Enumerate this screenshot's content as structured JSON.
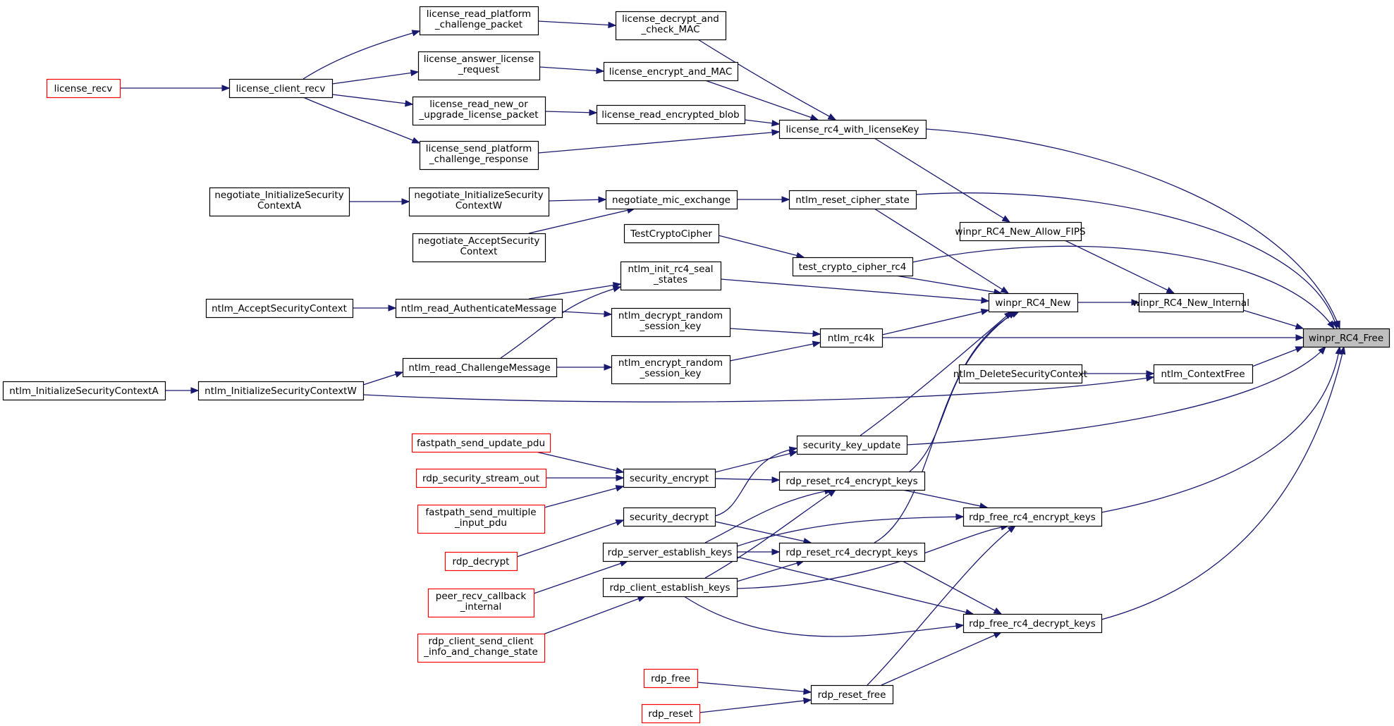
{
  "graph": {
    "colors": {
      "edge": "#191970",
      "node_border": "#000000",
      "node_fill": "#ffffff",
      "external_border": "#ff0000",
      "focus_fill": "#bfbfbf",
      "text": "#000000"
    },
    "focus_node": "winpr_RC4_Free",
    "nodes": [
      {
        "id": "winpr_RC4_Free",
        "lines": [
          "winpr_RC4_Free"
        ],
        "kind": "focus"
      },
      {
        "id": "winpr_RC4_New_Internal",
        "lines": [
          "winpr_RC4_New_Internal"
        ],
        "kind": "normal"
      },
      {
        "id": "winpr_RC4_New",
        "lines": [
          "winpr_RC4_New"
        ],
        "kind": "normal"
      },
      {
        "id": "winpr_RC4_New_Allow_FIPS",
        "lines": [
          "winpr_RC4_New_Allow_FIPS"
        ],
        "kind": "normal"
      },
      {
        "id": "license_rc4_with_licenseKey",
        "lines": [
          "license_rc4_with_licenseKey"
        ],
        "kind": "normal"
      },
      {
        "id": "ntlm_reset_cipher_state",
        "lines": [
          "ntlm_reset_cipher_state"
        ],
        "kind": "normal"
      },
      {
        "id": "test_crypto_cipher_rc4",
        "lines": [
          "test_crypto_cipher_rc4"
        ],
        "kind": "normal"
      },
      {
        "id": "ntlm_rc4k",
        "lines": [
          "ntlm_rc4k"
        ],
        "kind": "normal"
      },
      {
        "id": "ntlm_ContextFree",
        "lines": [
          "ntlm_ContextFree"
        ],
        "kind": "normal"
      },
      {
        "id": "ntlm_DeleteSecurityContext",
        "lines": [
          "ntlm_DeleteSecurityContext"
        ],
        "kind": "normal"
      },
      {
        "id": "security_key_update",
        "lines": [
          "security_key_update"
        ],
        "kind": "normal"
      },
      {
        "id": "rdp_reset_rc4_encrypt_keys",
        "lines": [
          "rdp_reset_rc4_encrypt_keys"
        ],
        "kind": "normal"
      },
      {
        "id": "rdp_reset_rc4_decrypt_keys",
        "lines": [
          "rdp_reset_rc4_decrypt_keys"
        ],
        "kind": "normal"
      },
      {
        "id": "rdp_free_rc4_encrypt_keys",
        "lines": [
          "rdp_free_rc4_encrypt_keys"
        ],
        "kind": "normal"
      },
      {
        "id": "rdp_free_rc4_decrypt_keys",
        "lines": [
          "rdp_free_rc4_decrypt_keys"
        ],
        "kind": "normal"
      },
      {
        "id": "rdp_reset_free",
        "lines": [
          "rdp_reset_free"
        ],
        "kind": "normal"
      },
      {
        "id": "license_decrypt_and_check_MAC",
        "lines": [
          "license_decrypt_and",
          "_check_MAC"
        ],
        "kind": "normal"
      },
      {
        "id": "license_encrypt_and_MAC",
        "lines": [
          "license_encrypt_and_MAC"
        ],
        "kind": "normal"
      },
      {
        "id": "license_read_encrypted_blob",
        "lines": [
          "license_read_encrypted_blob"
        ],
        "kind": "normal"
      },
      {
        "id": "license_read_platform_challenge_packet",
        "lines": [
          "license_read_platform",
          "_challenge_packet"
        ],
        "kind": "normal"
      },
      {
        "id": "license_answer_license_request",
        "lines": [
          "license_answer_license",
          "_request"
        ],
        "kind": "normal"
      },
      {
        "id": "license_read_new_or_upgrade_license_packet",
        "lines": [
          "license_read_new_or",
          "_upgrade_license_packet"
        ],
        "kind": "normal"
      },
      {
        "id": "license_send_platform_challenge_response",
        "lines": [
          "license_send_platform",
          "_challenge_response"
        ],
        "kind": "normal"
      },
      {
        "id": "license_client_recv",
        "lines": [
          "license_client_recv"
        ],
        "kind": "normal"
      },
      {
        "id": "license_recv",
        "lines": [
          "license_recv"
        ],
        "kind": "external"
      },
      {
        "id": "negotiate_mic_exchange",
        "lines": [
          "negotiate_mic_exchange"
        ],
        "kind": "normal"
      },
      {
        "id": "negotiate_InitializeSecurityContextW",
        "lines": [
          "negotiate_InitializeSecurity",
          "ContextW"
        ],
        "kind": "normal"
      },
      {
        "id": "negotiate_InitializeSecurityContextA",
        "lines": [
          "negotiate_InitializeSecurity",
          "ContextA"
        ],
        "kind": "normal"
      },
      {
        "id": "negotiate_AcceptSecurityContext",
        "lines": [
          "negotiate_AcceptSecurity",
          "Context"
        ],
        "kind": "normal"
      },
      {
        "id": "TestCryptoCipher",
        "lines": [
          "TestCryptoCipher"
        ],
        "kind": "normal"
      },
      {
        "id": "ntlm_init_rc4_seal_states",
        "lines": [
          "ntlm_init_rc4_seal",
          "_states"
        ],
        "kind": "normal"
      },
      {
        "id": "ntlm_decrypt_random_session_key",
        "lines": [
          "ntlm_decrypt_random",
          "_session_key"
        ],
        "kind": "normal"
      },
      {
        "id": "ntlm_encrypt_random_session_key",
        "lines": [
          "ntlm_encrypt_random",
          "_session_key"
        ],
        "kind": "normal"
      },
      {
        "id": "ntlm_read_AuthenticateMessage",
        "lines": [
          "ntlm_read_AuthenticateMessage"
        ],
        "kind": "normal"
      },
      {
        "id": "ntlm_AcceptSecurityContext",
        "lines": [
          "ntlm_AcceptSecurityContext"
        ],
        "kind": "normal"
      },
      {
        "id": "ntlm_read_ChallengeMessage",
        "lines": [
          "ntlm_read_ChallengeMessage"
        ],
        "kind": "normal"
      },
      {
        "id": "ntlm_InitializeSecurityContextW",
        "lines": [
          "ntlm_InitializeSecurityContextW"
        ],
        "kind": "normal"
      },
      {
        "id": "ntlm_InitializeSecurityContextA",
        "lines": [
          "ntlm_InitializeSecurityContextA"
        ],
        "kind": "normal"
      },
      {
        "id": "security_encrypt",
        "lines": [
          "security_encrypt"
        ],
        "kind": "normal"
      },
      {
        "id": "security_decrypt",
        "lines": [
          "security_decrypt"
        ],
        "kind": "normal"
      },
      {
        "id": "rdp_server_establish_keys",
        "lines": [
          "rdp_server_establish_keys"
        ],
        "kind": "normal"
      },
      {
        "id": "rdp_client_establish_keys",
        "lines": [
          "rdp_client_establish_keys"
        ],
        "kind": "normal"
      },
      {
        "id": "fastpath_send_update_pdu",
        "lines": [
          "fastpath_send_update_pdu"
        ],
        "kind": "external"
      },
      {
        "id": "rdp_security_stream_out",
        "lines": [
          "rdp_security_stream_out"
        ],
        "kind": "external"
      },
      {
        "id": "fastpath_send_multiple_input_pdu",
        "lines": [
          "fastpath_send_multiple",
          "_input_pdu"
        ],
        "kind": "external"
      },
      {
        "id": "rdp_decrypt",
        "lines": [
          "rdp_decrypt"
        ],
        "kind": "external"
      },
      {
        "id": "peer_recv_callback_internal",
        "lines": [
          "peer_recv_callback",
          "_internal"
        ],
        "kind": "external"
      },
      {
        "id": "rdp_client_send_client_info_and_change_state",
        "lines": [
          "rdp_client_send_client",
          "_info_and_change_state"
        ],
        "kind": "external"
      },
      {
        "id": "rdp_free",
        "lines": [
          "rdp_free"
        ],
        "kind": "external"
      },
      {
        "id": "rdp_reset",
        "lines": [
          "rdp_reset"
        ],
        "kind": "external"
      }
    ],
    "edges": [
      {
        "from": "license_rc4_with_licenseKey",
        "to": "winpr_RC4_Free"
      },
      {
        "from": "ntlm_reset_cipher_state",
        "to": "winpr_RC4_Free"
      },
      {
        "from": "test_crypto_cipher_rc4",
        "to": "winpr_RC4_Free"
      },
      {
        "from": "winpr_RC4_New_Internal",
        "to": "winpr_RC4_Free"
      },
      {
        "from": "ntlm_rc4k",
        "to": "winpr_RC4_Free"
      },
      {
        "from": "ntlm_ContextFree",
        "to": "winpr_RC4_Free"
      },
      {
        "from": "security_key_update",
        "to": "winpr_RC4_Free"
      },
      {
        "from": "rdp_free_rc4_encrypt_keys",
        "to": "winpr_RC4_Free"
      },
      {
        "from": "rdp_free_rc4_decrypt_keys",
        "to": "winpr_RC4_Free"
      },
      {
        "from": "winpr_RC4_New",
        "to": "winpr_RC4_New_Internal"
      },
      {
        "from": "winpr_RC4_New_Allow_FIPS",
        "to": "winpr_RC4_New_Internal"
      },
      {
        "from": "license_rc4_with_licenseKey",
        "to": "winpr_RC4_New_Allow_FIPS"
      },
      {
        "from": "ntlm_reset_cipher_state",
        "to": "winpr_RC4_New"
      },
      {
        "from": "test_crypto_cipher_rc4",
        "to": "winpr_RC4_New"
      },
      {
        "from": "ntlm_init_rc4_seal_states",
        "to": "winpr_RC4_New"
      },
      {
        "from": "ntlm_rc4k",
        "to": "winpr_RC4_New"
      },
      {
        "from": "security_key_update",
        "to": "winpr_RC4_New"
      },
      {
        "from": "rdp_reset_rc4_encrypt_keys",
        "to": "winpr_RC4_New"
      },
      {
        "from": "rdp_reset_rc4_decrypt_keys",
        "to": "winpr_RC4_New"
      },
      {
        "from": "license_decrypt_and_check_MAC",
        "to": "license_rc4_with_licenseKey"
      },
      {
        "from": "license_encrypt_and_MAC",
        "to": "license_rc4_with_licenseKey"
      },
      {
        "from": "license_read_encrypted_blob",
        "to": "license_rc4_with_licenseKey"
      },
      {
        "from": "license_send_platform_challenge_response",
        "to": "license_rc4_with_licenseKey"
      },
      {
        "from": "license_read_platform_challenge_packet",
        "to": "license_decrypt_and_check_MAC"
      },
      {
        "from": "license_answer_license_request",
        "to": "license_encrypt_and_MAC"
      },
      {
        "from": "license_read_new_or_upgrade_license_packet",
        "to": "license_read_encrypted_blob"
      },
      {
        "from": "license_client_recv",
        "to": "license_read_platform_challenge_packet"
      },
      {
        "from": "license_client_recv",
        "to": "license_answer_license_request"
      },
      {
        "from": "license_client_recv",
        "to": "license_read_new_or_upgrade_license_packet"
      },
      {
        "from": "license_client_recv",
        "to": "license_send_platform_challenge_response"
      },
      {
        "from": "license_recv",
        "to": "license_client_recv"
      },
      {
        "from": "negotiate_mic_exchange",
        "to": "ntlm_reset_cipher_state"
      },
      {
        "from": "negotiate_InitializeSecurityContextW",
        "to": "negotiate_mic_exchange"
      },
      {
        "from": "negotiate_AcceptSecurityContext",
        "to": "negotiate_mic_exchange"
      },
      {
        "from": "negotiate_InitializeSecurityContextA",
        "to": "negotiate_InitializeSecurityContextW"
      },
      {
        "from": "TestCryptoCipher",
        "to": "test_crypto_cipher_rc4"
      },
      {
        "from": "ntlm_read_AuthenticateMessage",
        "to": "ntlm_init_rc4_seal_states"
      },
      {
        "from": "ntlm_read_ChallengeMessage",
        "to": "ntlm_init_rc4_seal_states"
      },
      {
        "from": "ntlm_decrypt_random_session_key",
        "to": "ntlm_rc4k"
      },
      {
        "from": "ntlm_encrypt_random_session_key",
        "to": "ntlm_rc4k"
      },
      {
        "from": "ntlm_read_AuthenticateMessage",
        "to": "ntlm_decrypt_random_session_key"
      },
      {
        "from": "ntlm_read_ChallengeMessage",
        "to": "ntlm_encrypt_random_session_key"
      },
      {
        "from": "ntlm_AcceptSecurityContext",
        "to": "ntlm_read_AuthenticateMessage"
      },
      {
        "from": "ntlm_InitializeSecurityContextW",
        "to": "ntlm_read_ChallengeMessage"
      },
      {
        "from": "ntlm_InitializeSecurityContextA",
        "to": "ntlm_InitializeSecurityContextW"
      },
      {
        "from": "ntlm_InitializeSecurityContextW",
        "to": "ntlm_ContextFree"
      },
      {
        "from": "ntlm_DeleteSecurityContext",
        "to": "ntlm_ContextFree"
      },
      {
        "from": "security_encrypt",
        "to": "security_key_update"
      },
      {
        "from": "security_decrypt",
        "to": "security_key_update"
      },
      {
        "from": "security_encrypt",
        "to": "rdp_reset_rc4_encrypt_keys"
      },
      {
        "from": "rdp_server_establish_keys",
        "to": "rdp_reset_rc4_encrypt_keys"
      },
      {
        "from": "rdp_client_establish_keys",
        "to": "rdp_reset_rc4_encrypt_keys"
      },
      {
        "from": "security_decrypt",
        "to": "rdp_reset_rc4_decrypt_keys"
      },
      {
        "from": "rdp_server_establish_keys",
        "to": "rdp_reset_rc4_decrypt_keys"
      },
      {
        "from": "rdp_client_establish_keys",
        "to": "rdp_reset_rc4_decrypt_keys"
      },
      {
        "from": "rdp_reset_rc4_encrypt_keys",
        "to": "rdp_free_rc4_encrypt_keys"
      },
      {
        "from": "rdp_server_establish_keys",
        "to": "rdp_free_rc4_encrypt_keys"
      },
      {
        "from": "rdp_client_establish_keys",
        "to": "rdp_free_rc4_encrypt_keys"
      },
      {
        "from": "rdp_reset_free",
        "to": "rdp_free_rc4_encrypt_keys"
      },
      {
        "from": "rdp_reset_rc4_decrypt_keys",
        "to": "rdp_free_rc4_decrypt_keys"
      },
      {
        "from": "rdp_server_establish_keys",
        "to": "rdp_free_rc4_decrypt_keys"
      },
      {
        "from": "rdp_client_establish_keys",
        "to": "rdp_free_rc4_decrypt_keys"
      },
      {
        "from": "rdp_reset_free",
        "to": "rdp_free_rc4_decrypt_keys"
      },
      {
        "from": "fastpath_send_update_pdu",
        "to": "security_encrypt"
      },
      {
        "from": "rdp_security_stream_out",
        "to": "security_encrypt"
      },
      {
        "from": "fastpath_send_multiple_input_pdu",
        "to": "security_encrypt"
      },
      {
        "from": "rdp_decrypt",
        "to": "security_decrypt"
      },
      {
        "from": "peer_recv_callback_internal",
        "to": "rdp_server_establish_keys"
      },
      {
        "from": "rdp_client_send_client_info_and_change_state",
        "to": "rdp_client_establish_keys"
      },
      {
        "from": "rdp_free",
        "to": "rdp_reset_free"
      },
      {
        "from": "rdp_reset",
        "to": "rdp_reset_free"
      }
    ]
  }
}
